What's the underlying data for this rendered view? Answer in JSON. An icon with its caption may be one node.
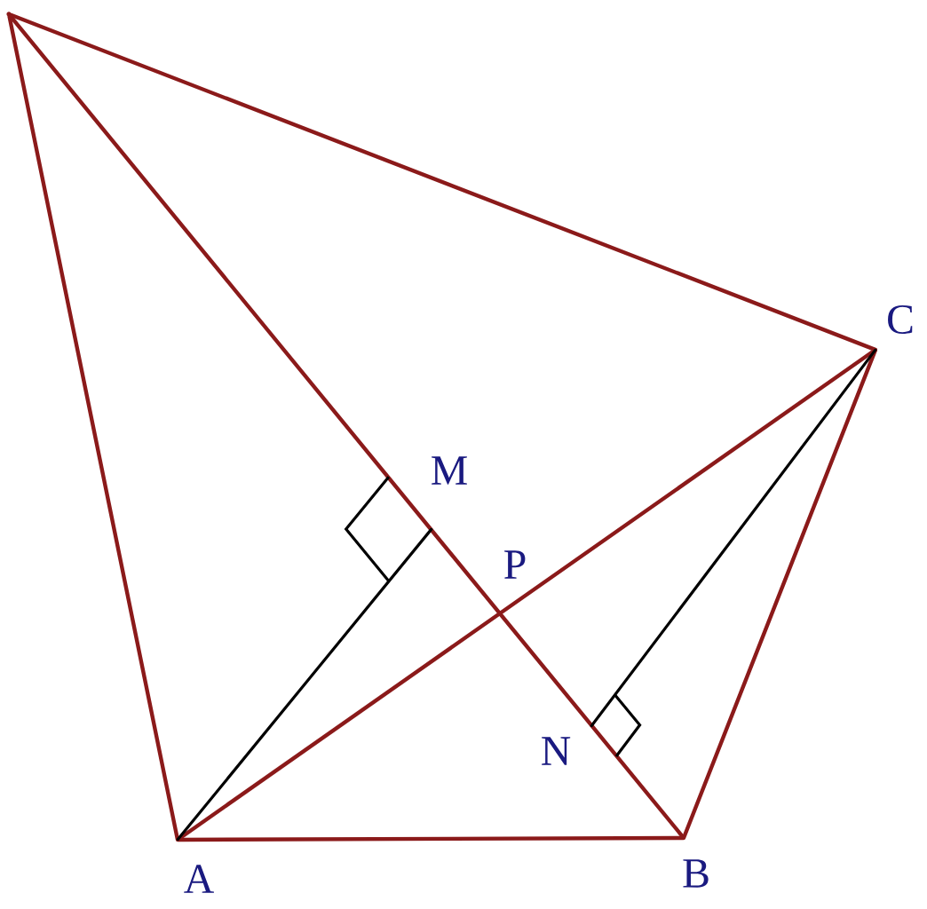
{
  "diagram": {
    "nodes": [
      {
        "text": [],
        "shape": "point"
      },
      {
        "text": [
          "M"
        ]
      },
      {
        "text": [
          "C"
        ]
      },
      {
        "text": [
          "P"
        ]
      },
      {
        "text": [
          "N"
        ]
      },
      {
        "text": [
          "A"
        ]
      },
      {
        "text": [
          "B"
        ]
      }
    ],
    "edges": [
      {
        "from": 0,
        "to": 5,
        "arrow": "none"
      },
      {
        "from": 0,
        "to": 6,
        "arrow": "none"
      },
      {
        "from": 0,
        "to": 2,
        "arrow": "none"
      },
      {
        "from": 5,
        "to": 6,
        "arrow": "none"
      },
      {
        "from": 6,
        "to": 2,
        "arrow": "none"
      },
      {
        "from": 5,
        "to": 2,
        "arrow": "none"
      },
      {
        "from": 5,
        "to": 1,
        "arrow": "none",
        "color": "#000000"
      },
      {
        "from": 2,
        "to": 4,
        "arrow": "none",
        "color": "#000000"
      }
    ]
  }
}
